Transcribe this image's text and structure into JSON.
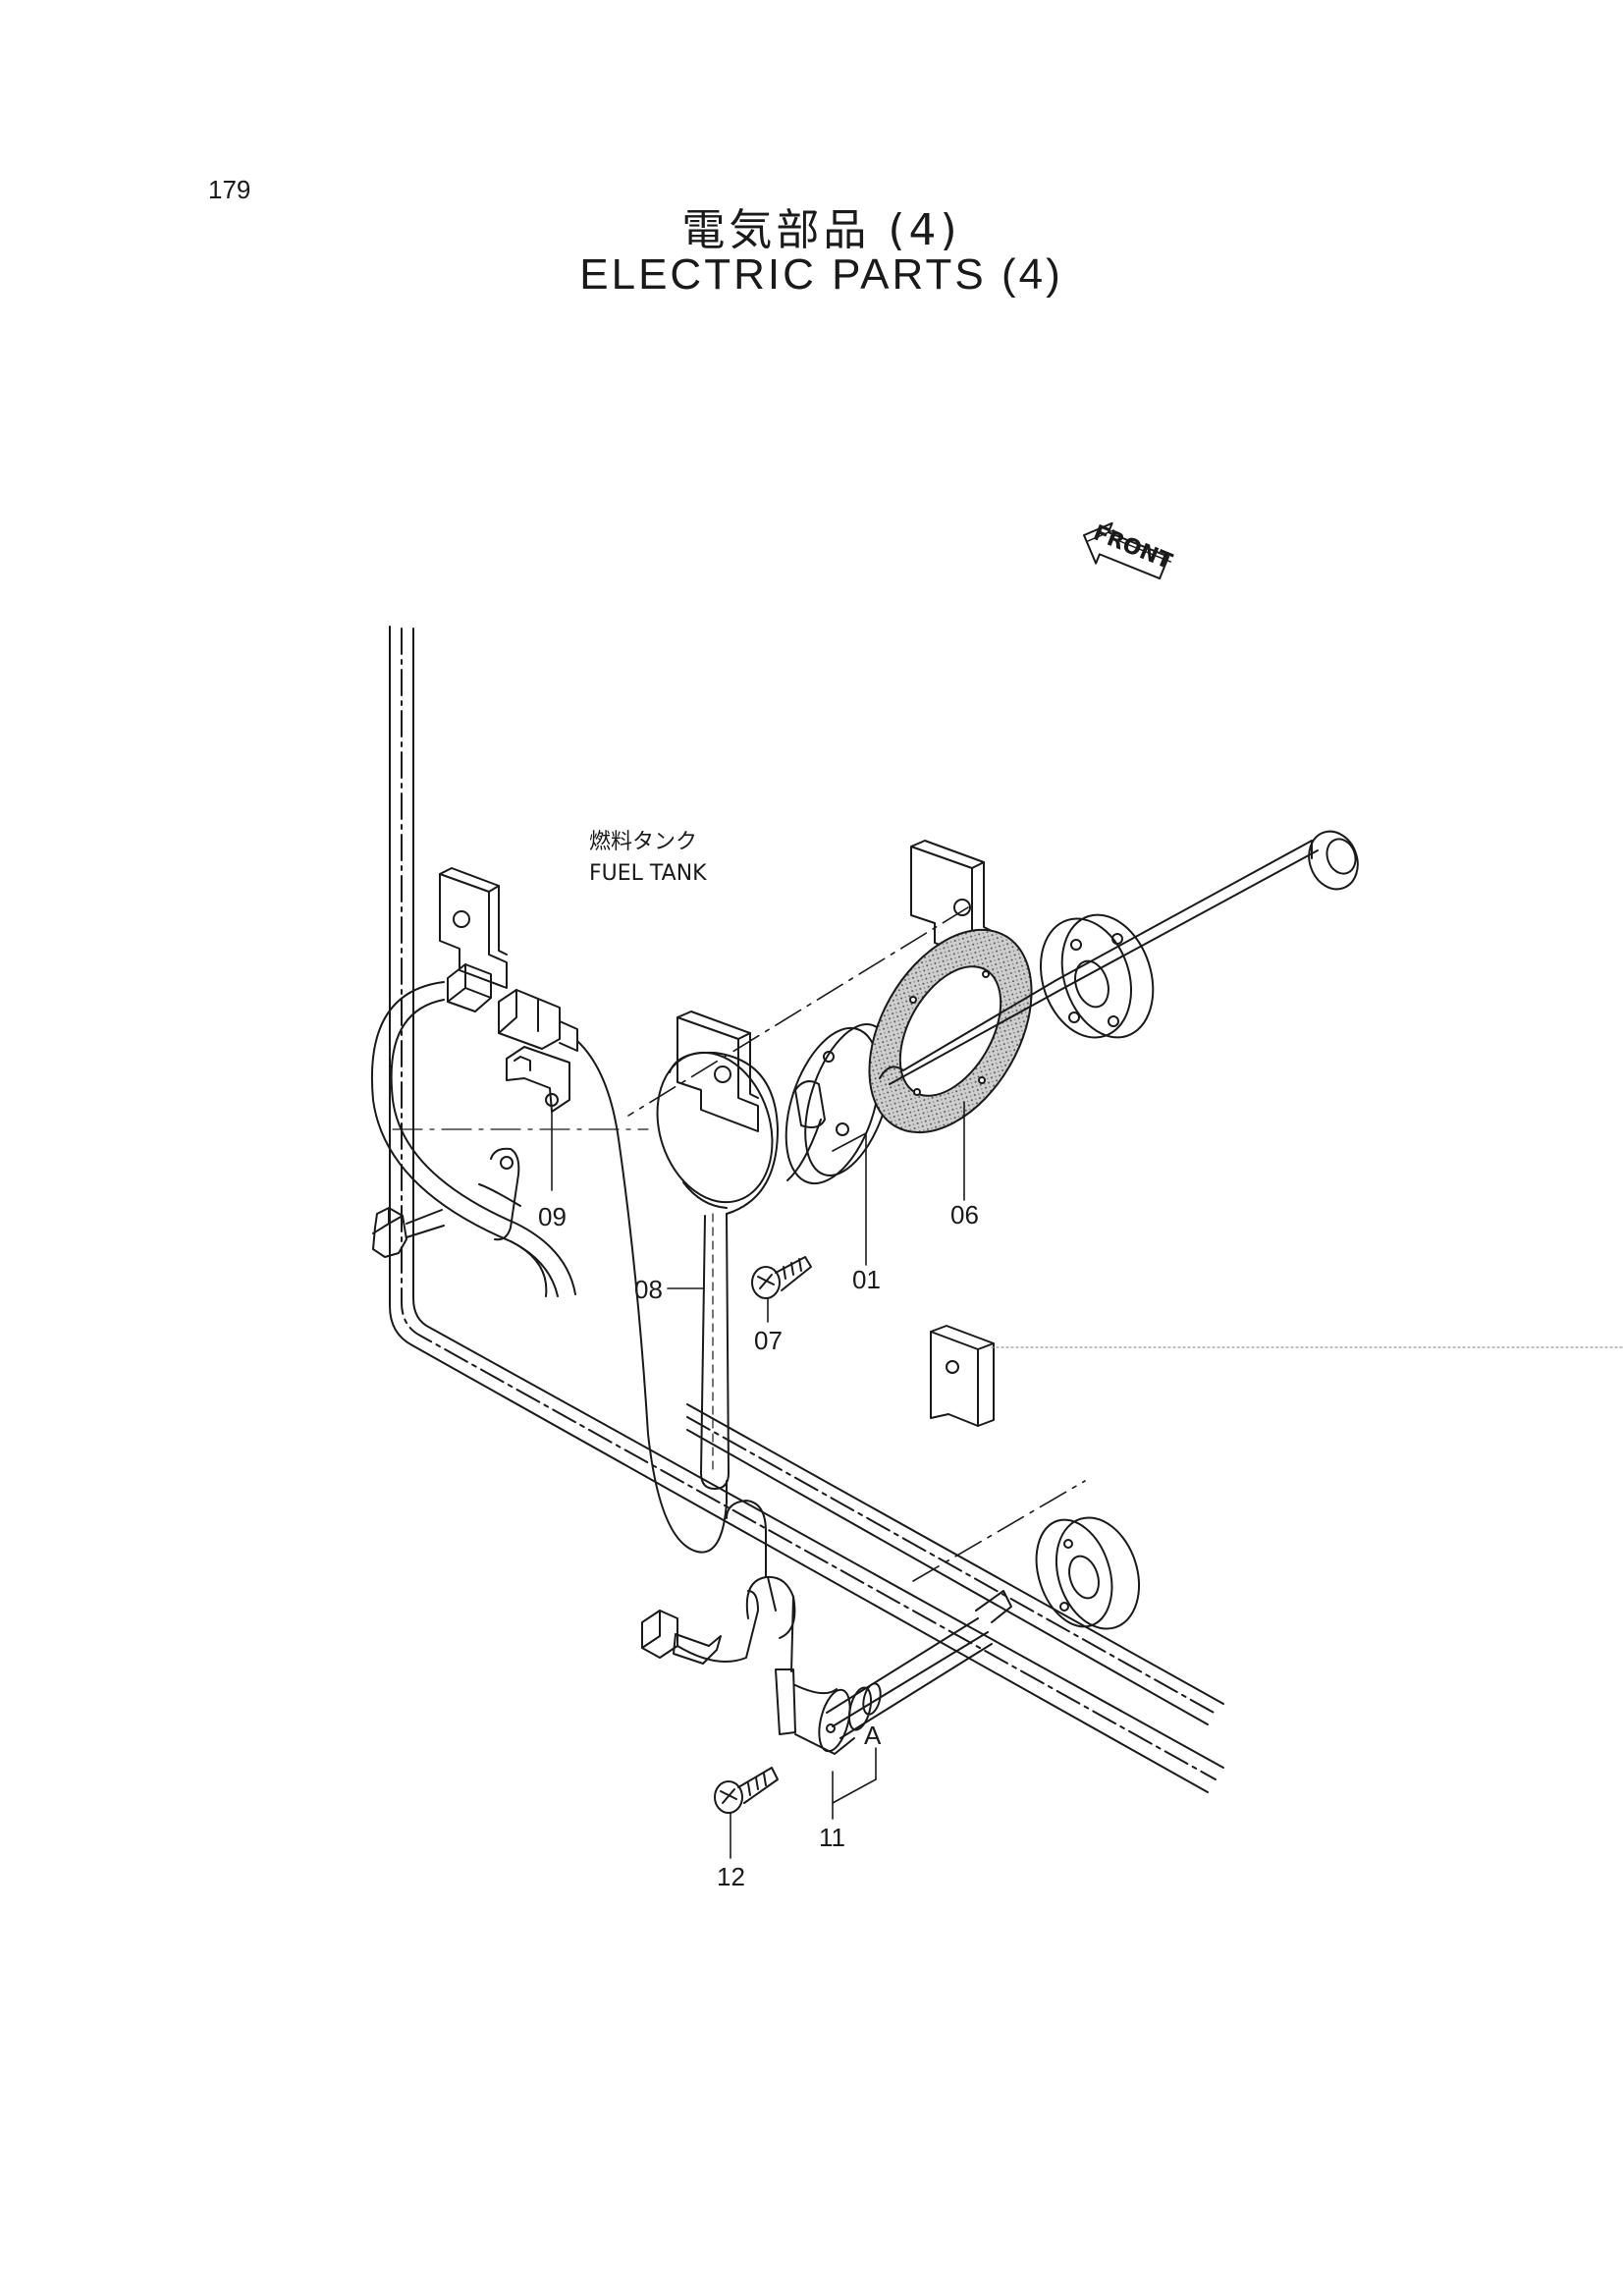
{
  "page": {
    "number": "179",
    "title_ja": "電気部品 (4)",
    "title_en": "ELECTRIC PARTS (4)"
  },
  "annotations": {
    "front_arrow": "FRONT",
    "fuel_tank_ja": "燃料タンク",
    "fuel_tank_en": "FUEL TANK"
  },
  "part_callouts": [
    "09",
    "08",
    "07",
    "01",
    "06",
    "11",
    "12",
    "A"
  ],
  "colors": {
    "line": "#1a1a1a",
    "gasket_fill": "#9a9a9a",
    "background": "#ffffff"
  }
}
